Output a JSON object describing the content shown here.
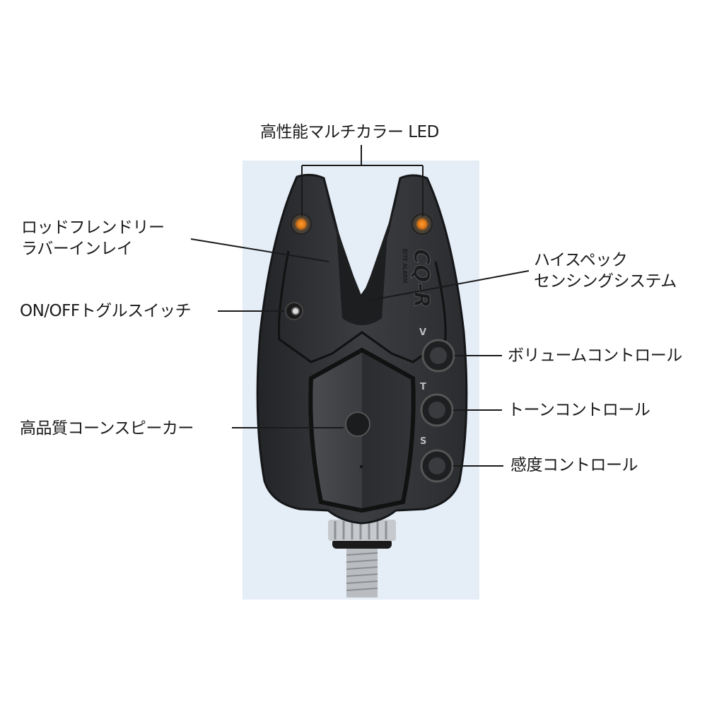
{
  "product": {
    "logo_text": "CQ-R",
    "logo_subtext": "BITE ALARM",
    "button_letters": [
      "V",
      "T",
      "S"
    ]
  },
  "callouts": {
    "led": "高性能マルチカラー LED",
    "rubber_inlay_line1": "ロッドフレンドリー",
    "rubber_inlay_line2": "ラバーインレイ",
    "toggle_switch": "ON/OFFトグルスイッチ",
    "speaker": "高品質コーンスピーカー",
    "sensing_line1": "ハイスペック",
    "sensing_line2": "センシングシステム",
    "volume": "ボリュームコントロール",
    "tone": "トーンコントロール",
    "sensitivity": "感度コントロール"
  },
  "colors": {
    "panel_bg": "#e5edf7",
    "body": "#2e3033",
    "led": "#f08a24"
  }
}
